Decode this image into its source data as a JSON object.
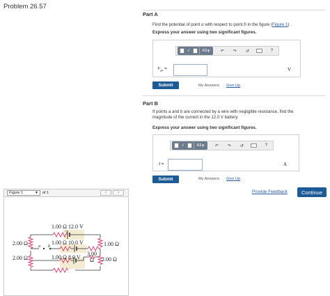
{
  "problem_title": "Problem 26.57",
  "part_a": {
    "label": "Part A",
    "question_prefix": "Find the potential of point",
    "point_a": "a",
    "question_middle": "with respect to point",
    "point_b": "b",
    "question_suffix": "in the figure (",
    "figure_link": "Figure 1",
    "question_end": ") .",
    "instruction": "Express your answer using two significant figures.",
    "variable": "V",
    "variable_sub": "ab",
    "equals": "=",
    "unit": "V",
    "submit": "Submit",
    "my_answers": "My Answers",
    "give_up": "Give Up"
  },
  "part_b": {
    "label": "Part B",
    "question_line1": "If points a and b are connected by a wire with negligible resistance, find the",
    "question_line2": "magnitude of the current in the 12.0 V battery.",
    "instruction": "Express your answer using two significant figures.",
    "variable": "I",
    "equals": "=",
    "unit": "A",
    "submit": "Submit",
    "my_answers": "My Answers",
    "give_up": "Give Up"
  },
  "toolbar": {
    "radical_glyph": "√",
    "greek_label": "ΑΣφ",
    "undo_glyph": "↶",
    "redo_glyph": "↷",
    "reset_glyph": "↺",
    "help_glyph": "?"
  },
  "footer": {
    "provide_feedback": "Provide Feedback",
    "continue": "Continue"
  },
  "figure": {
    "select_value": "Figure 1",
    "of_text": "of 1",
    "prev": "<",
    "next": ">",
    "labels": {
      "top_battery": "1.00 Ω  12.0 V",
      "left_top_res": "2.00 Ω",
      "left_bot_res": "2.00 Ω",
      "mid_battery": "1.00 Ω  10.0 V",
      "right_top_res": "1.00 Ω",
      "bot_battery": "1.00 Ω  8.0 V",
      "bot_small_res_top": "3.00",
      "bot_small_res_bot": "Ω",
      "right_bot_res": "2.00 Ω",
      "point_a": "a",
      "point_b": "b"
    }
  }
}
